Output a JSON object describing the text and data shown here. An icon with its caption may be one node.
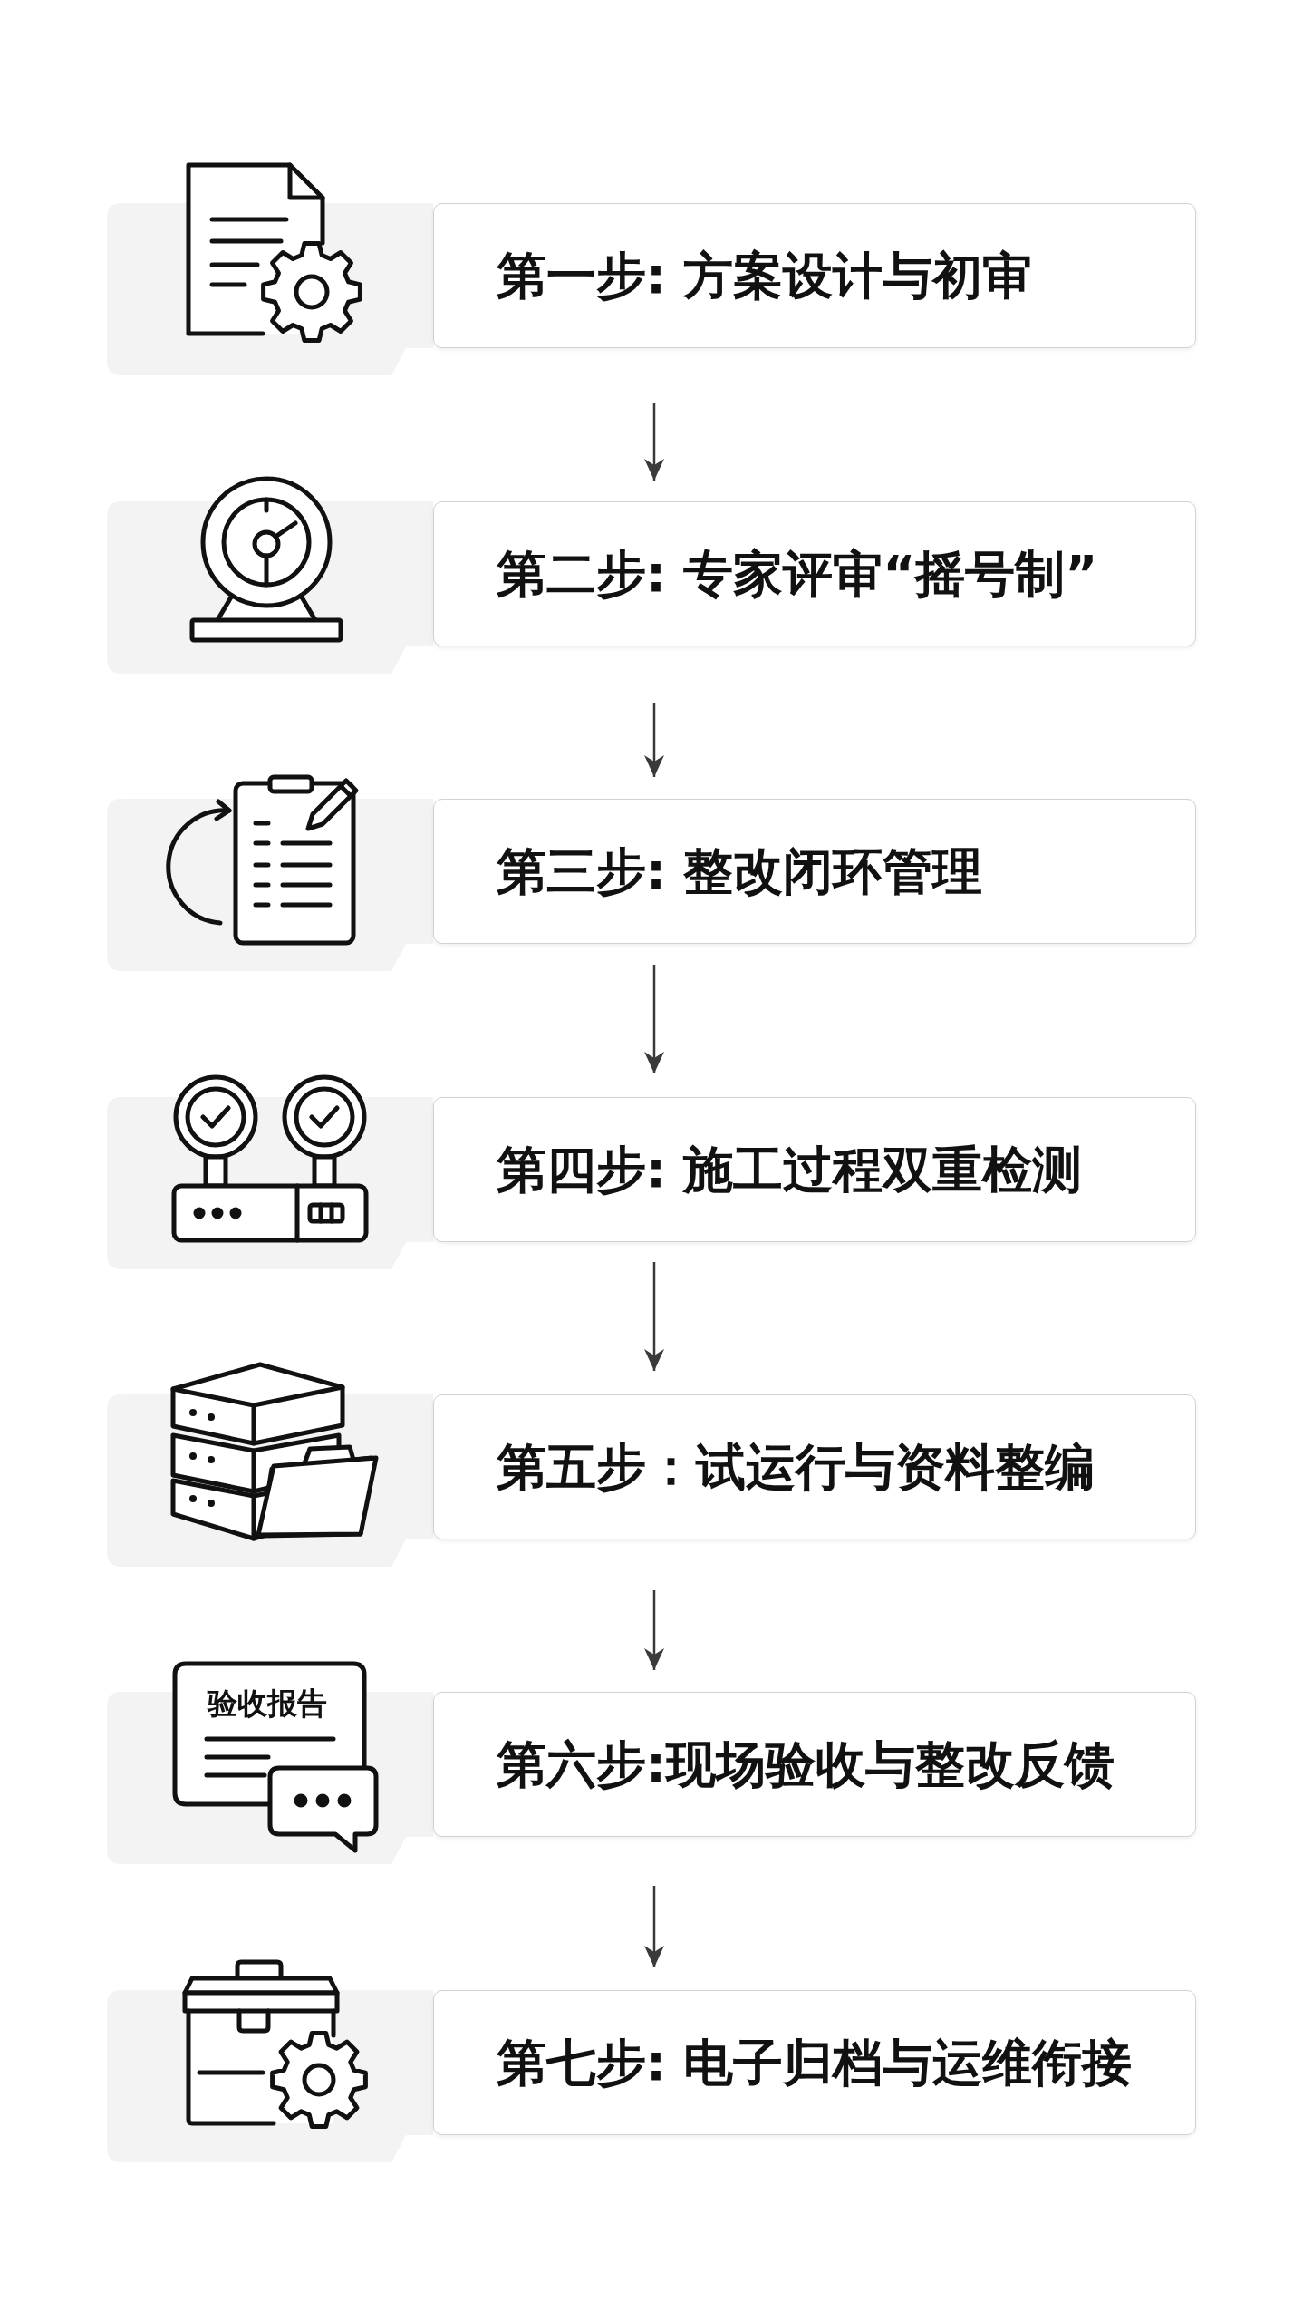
{
  "diagram": {
    "nodes": [
      {
        "text": [
          "第一步: 方案设计与初审"
        ]
      },
      {
        "text": [
          "第二步: 专家评审“摇号制”"
        ]
      },
      {
        "text": [
          "第三步: 整改闭环管理"
        ]
      },
      {
        "text": [
          "第四步: 施工过程双重检测"
        ]
      },
      {
        "text": [
          "第五步：试运行与资料整编"
        ]
      },
      {
        "text": [
          "第六步:现场验收与整改反馈"
        ]
      },
      {
        "text": [
          "第七步: 电子归档与运维衔接"
        ]
      }
    ],
    "edges": [
      {
        "from": 0,
        "to": 1,
        "arrow": "to"
      },
      {
        "from": 1,
        "to": 2,
        "arrow": "to"
      },
      {
        "from": 2,
        "to": 3,
        "arrow": "to"
      },
      {
        "from": 3,
        "to": 4,
        "arrow": "to"
      },
      {
        "from": 4,
        "to": 5,
        "arrow": "to"
      },
      {
        "from": 5,
        "to": 6,
        "arrow": "to"
      }
    ],
    "labels": [
      "验收报告"
    ]
  }
}
